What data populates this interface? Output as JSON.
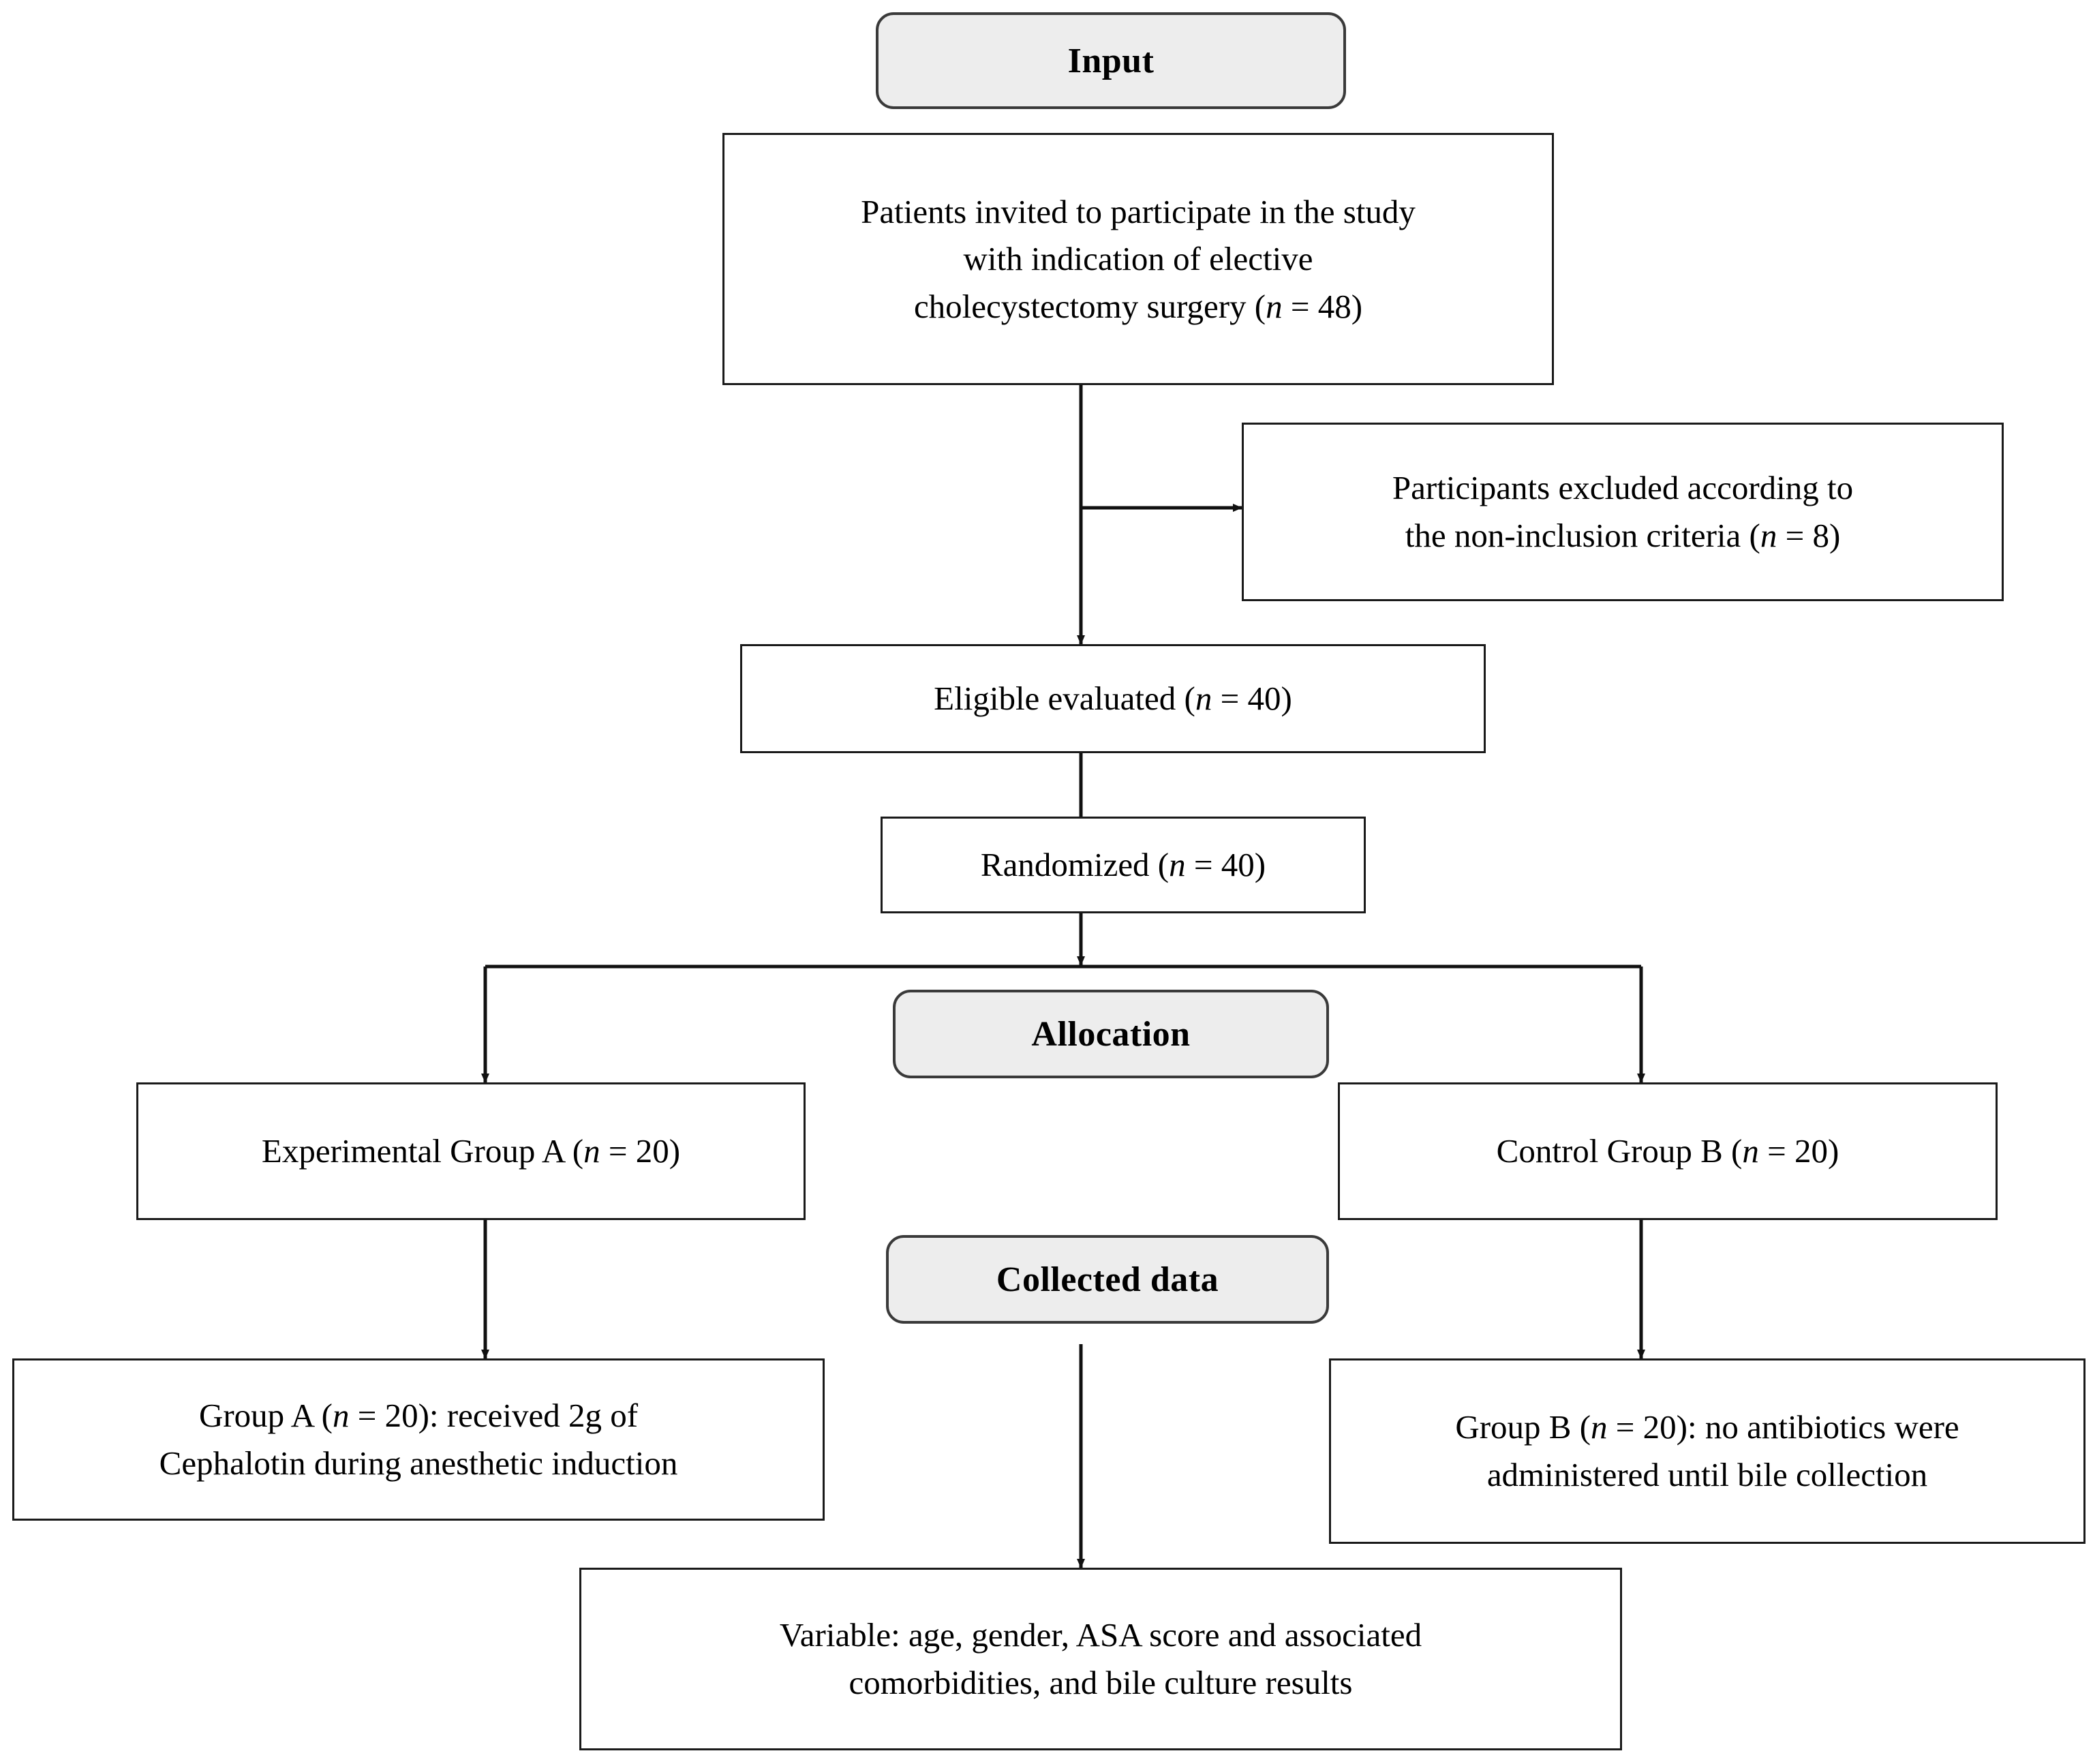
{
  "diagram": {
    "title": "CONSORT study flow diagram",
    "colors": {
      "stage_fill": "#ededed",
      "stage_border": "#3a3a3a",
      "node_fill": "#ffffff",
      "node_border": "#1a1a1a",
      "connector": "#1a1a1a",
      "text": "#000000"
    },
    "stages": [
      {
        "id": "input",
        "label": "Input"
      },
      {
        "id": "allocation",
        "label": "Allocation"
      },
      {
        "id": "collected_data",
        "label": "Collected data"
      }
    ],
    "nodes": [
      {
        "id": "invited",
        "lines": [
          "Patients invited to participate in the study",
          "with indication of elective",
          "cholecystectomy surgery (n = 48)"
        ],
        "n_label": "n",
        "n_value": "48"
      },
      {
        "id": "excluded",
        "lines": [
          "Participants excluded according to",
          "the non-inclusion criteria (n = 8)"
        ],
        "n_label": "n",
        "n_value": "8"
      },
      {
        "id": "eligible",
        "lines": [
          "Eligible evaluated (n = 40)"
        ],
        "n_label": "n",
        "n_value": "40"
      },
      {
        "id": "randomized",
        "lines": [
          "Randomized (n = 40)"
        ],
        "n_label": "n",
        "n_value": "40"
      },
      {
        "id": "group_a",
        "lines": [
          "Experimental Group A (n = 20)"
        ],
        "n_label": "n",
        "n_value": "20"
      },
      {
        "id": "group_b",
        "lines": [
          "Control Group B (n = 20)"
        ],
        "n_label": "n",
        "n_value": "20"
      },
      {
        "id": "group_a_detail",
        "lines": [
          "Group A (n = 20): received 2g of",
          "Cephalotin during anesthetic induction"
        ],
        "n_label": "n",
        "n_value": "20"
      },
      {
        "id": "group_b_detail",
        "lines": [
          "Group B (n = 20): no antibiotics were",
          "administered until bile collection"
        ],
        "n_label": "n",
        "n_value": "20"
      },
      {
        "id": "variables",
        "lines": [
          "Variable: age, gender, ASA score and associated",
          "comorbidities, and bile culture results"
        ]
      }
    ],
    "text": {
      "input_label": "Input",
      "allocation_label": "Allocation",
      "collected_data_label": "Collected data",
      "invited_l1": "Patients invited to participate in the study",
      "invited_l2": "with indication of elective",
      "invited_l3a": "cholecystectomy surgery (",
      "invited_l3n": "n",
      "invited_l3b": " = 48)",
      "excluded_l1": "Participants excluded according to",
      "excluded_l2a": "the non-inclusion criteria (",
      "excluded_l2n": "n",
      "excluded_l2b": " = 8)",
      "eligible_a": "Eligible evaluated (",
      "eligible_n": "n",
      "eligible_b": " = 40)",
      "randomized_a": "Randomized (",
      "randomized_n": "n",
      "randomized_b": " = 40)",
      "group_a_a": "Experimental Group A (",
      "group_a_n": "n",
      "group_a_b": " = 20)",
      "group_b_a": "Control Group B (",
      "group_b_n": "n",
      "group_b_b": " = 20)",
      "group_a_detail_l1a": "Group A (",
      "group_a_detail_l1n": "n",
      "group_a_detail_l1b": " = 20): received 2g of",
      "group_a_detail_l2": "Cephalotin during anesthetic induction",
      "group_b_detail_l1a": "Group B (",
      "group_b_detail_l1n": "n",
      "group_b_detail_l1b": " = 20): no antibiotics were",
      "group_b_detail_l2": "administered until bile collection",
      "variables_l1": "Variable: age, gender, ASA score and associated",
      "variables_l2": "comorbidities, and bile culture results"
    },
    "flow_counts": {
      "invited": 48,
      "excluded": 8,
      "eligible": 40,
      "randomized": 40,
      "group_a": 20,
      "group_b": 20
    }
  }
}
